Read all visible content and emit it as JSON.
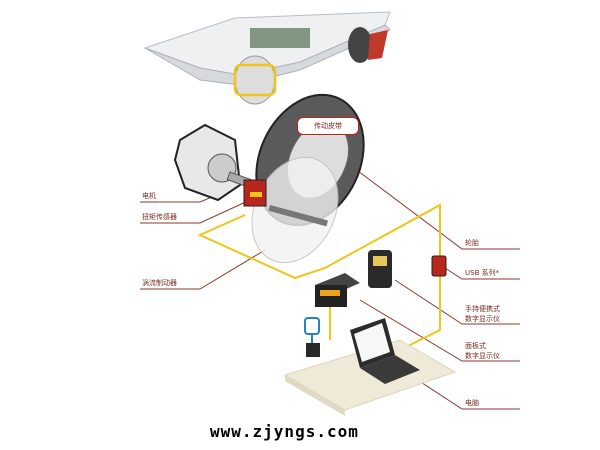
{
  "callout": "传动皮带",
  "labels": {
    "motor": "电机",
    "torque_sensor": "扭矩传感器",
    "eddy_brake": "涡流制动器",
    "tire": "轮胎",
    "usb": "USB 系列*",
    "handheld_line1": "手持便携式",
    "handheld_line2": "数字显示仪",
    "panel_line1": "面板式",
    "panel_line2": "数字显示仪",
    "computer": "电脑"
  },
  "watermark": "www.zjyngs.com",
  "colors": {
    "leader": "#8a3a2e",
    "cable": "#f0c419",
    "accent": "#b8261c"
  }
}
